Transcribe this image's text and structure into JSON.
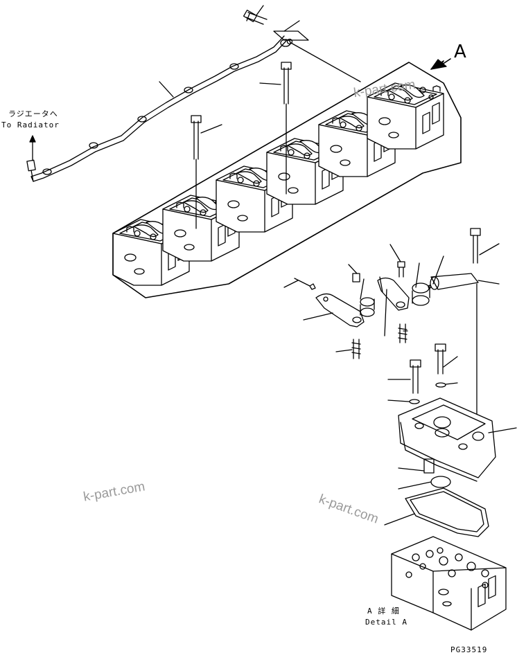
{
  "labels": {
    "radiator_jp": "ラジエータへ",
    "radiator_en": "To Radiator",
    "view_letter": "A",
    "detail_jp": "A 詳 細",
    "detail_en": "Detail A",
    "part_code": "PG33519"
  },
  "watermarks": [
    "k-part.com",
    "k-part.com",
    "k-part.com"
  ]
}
